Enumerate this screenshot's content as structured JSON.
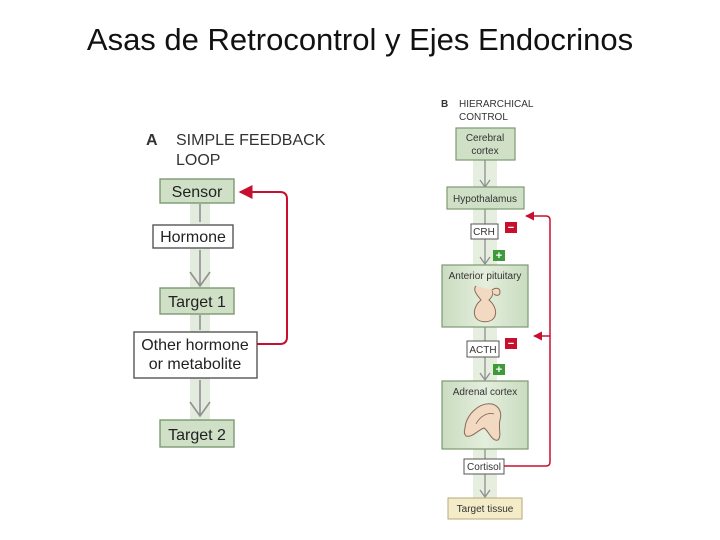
{
  "slide": {
    "title": "Asas de Retrocontrol y Ejes Endocrinos"
  },
  "panel_a": {
    "letter": "A",
    "heading_line1": "SIMPLE FEEDBACK",
    "heading_line2": "LOOP",
    "sensor": "Sensor",
    "hormone": "Hormone",
    "target1": "Target 1",
    "other_line1": "Other hormone",
    "other_line2": "or metabolite",
    "target2": "Target 2"
  },
  "panel_b": {
    "letter": "B",
    "heading_line1": "HIERARCHICAL",
    "heading_line2": "CONTROL",
    "cerebral_line1": "Cerebral",
    "cerebral_line2": "cortex",
    "hypothalamus": "Hypothalamus",
    "crh": "CRH",
    "anterior_pituitary": "Anterior pituitary",
    "acth": "ACTH",
    "adrenal_cortex": "Adrenal cortex",
    "cortisol": "Cortisol",
    "target_tissue": "Target tissue",
    "minus_sign": "−",
    "plus_sign": "+"
  },
  "colors": {
    "box_green": "#cfe0c6",
    "box_border": "#7c9972",
    "arrow_gray": "#9a9a9a",
    "feedback_red": "#c8102e",
    "target_tissue_fill": "#f4ecc8"
  }
}
